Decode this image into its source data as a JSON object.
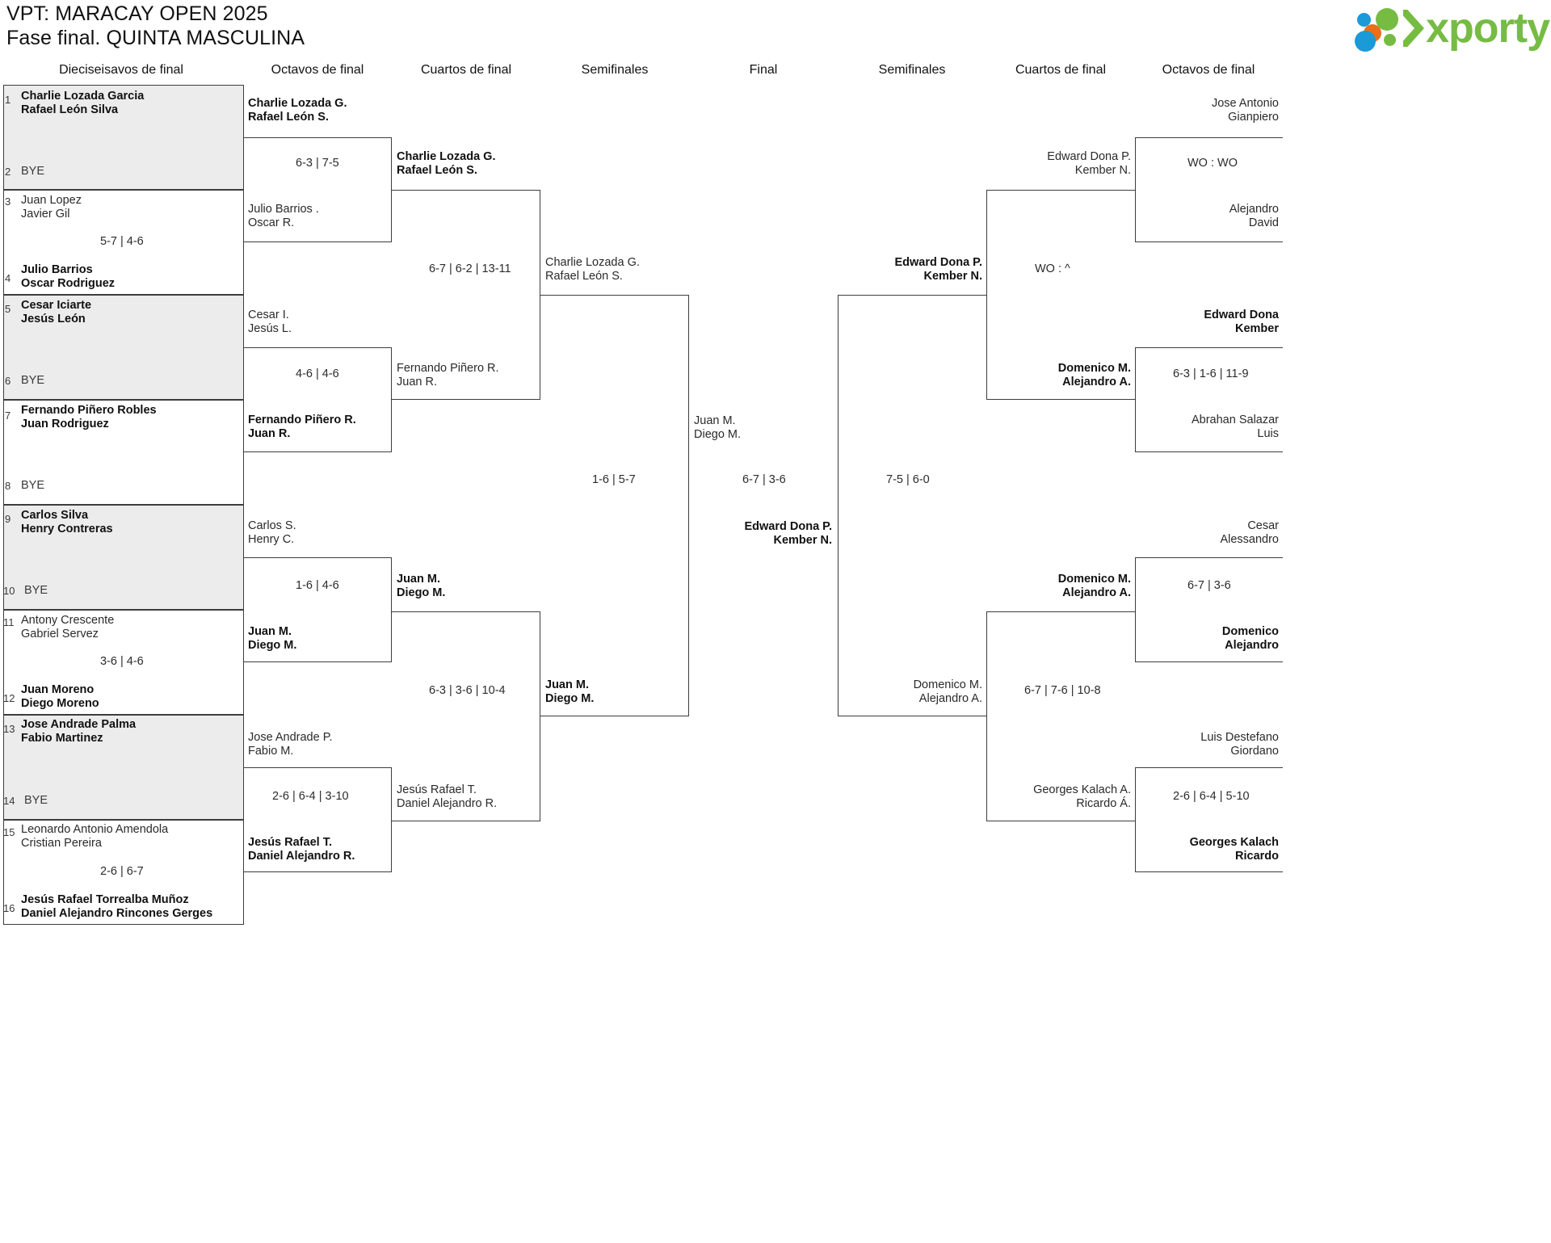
{
  "header": {
    "title_line1": "VPT: MARACAY OPEN 2025",
    "title_line2": "Fase final. QUINTA MASCULINA",
    "logo_word": "xporty",
    "logo_colors": {
      "green": "#76bc43",
      "blue": "#1a9ad7",
      "orange": "#e8701a"
    }
  },
  "rounds": {
    "left": [
      {
        "label": "Dieciseisavos de final"
      },
      {
        "label": "Octavos de final"
      },
      {
        "label": "Cuartos de final"
      },
      {
        "label": "Semifinales"
      }
    ],
    "center": {
      "label": "Final"
    },
    "right": [
      {
        "label": "Semifinales"
      },
      {
        "label": "Cuartos de final"
      },
      {
        "label": "Octavos de final"
      }
    ]
  },
  "left_r1": [
    {
      "seed": "1",
      "p1": "Charlie Lozada Garcia",
      "p2": "Rafael León Silva",
      "winner": true,
      "shaded": true
    },
    {
      "seed": "2",
      "p1": "BYE",
      "p2": "",
      "winner": false,
      "shaded": true,
      "bye": true
    },
    {
      "seed": "3",
      "p1": "Juan Lopez",
      "p2": "Javier Gil",
      "winner": false,
      "shaded": false
    },
    {
      "seed": "4",
      "p1": "Julio Barrios",
      "p2": "Oscar Rodriguez",
      "winner": true,
      "shaded": false
    },
    {
      "seed": "5",
      "p1": "Cesar Iciarte",
      "p2": "Jesús León",
      "winner": true,
      "shaded": true
    },
    {
      "seed": "6",
      "p1": "BYE",
      "p2": "",
      "winner": false,
      "shaded": true,
      "bye": true
    },
    {
      "seed": "7",
      "p1": "Fernando Piñero Robles",
      "p2": "Juan Rodriguez",
      "winner": true,
      "shaded": false
    },
    {
      "seed": "8",
      "p1": "BYE",
      "p2": "",
      "winner": false,
      "shaded": false,
      "bye": true
    },
    {
      "seed": "9",
      "p1": "Carlos Silva",
      "p2": "Henry Contreras",
      "winner": true,
      "shaded": true
    },
    {
      "seed": "10",
      "p1": "BYE",
      "p2": "",
      "winner": false,
      "shaded": true,
      "bye": true
    },
    {
      "seed": "11",
      "p1": "Antony Crescente",
      "p2": "Gabriel Servez",
      "winner": false,
      "shaded": false
    },
    {
      "seed": "12",
      "p1": "Juan Moreno",
      "p2": "Diego Moreno",
      "winner": true,
      "shaded": false
    },
    {
      "seed": "13",
      "p1": "Jose Andrade Palma",
      "p2": "Fabio Martinez",
      "winner": true,
      "shaded": true
    },
    {
      "seed": "14",
      "p1": "BYE",
      "p2": "",
      "winner": false,
      "shaded": true,
      "bye": true
    },
    {
      "seed": "15",
      "p1": "Leonardo Antonio Amendola",
      "p2": "Cristian Pereira",
      "winner": false,
      "shaded": false
    },
    {
      "seed": "16",
      "p1": "Jesús Rafael Torrealba Muñoz",
      "p2": "Daniel Alejandro Rincones Gerges",
      "winner": true,
      "shaded": false
    }
  ],
  "left_r1_scores": [
    {
      "value": "5-7 | 4-6"
    },
    {
      "value": "3-6 | 4-6"
    },
    {
      "value": "2-6 | 6-7"
    }
  ],
  "left_r2": [
    {
      "p1": "Charlie Lozada G.",
      "p2": "Rafael León S.",
      "winner": true
    },
    {
      "p1": "Julio Barrios .",
      "p2": "Oscar R.",
      "winner": false
    },
    {
      "p1": "Cesar I.",
      "p2": "Jesús L.",
      "winner": false
    },
    {
      "p1": "Fernando Piñero R.",
      "p2": "Juan R.",
      "winner": true
    },
    {
      "p1": "Carlos S.",
      "p2": "Henry C.",
      "winner": false
    },
    {
      "p1": "Juan M.",
      "p2": "Diego M.",
      "winner": true
    },
    {
      "p1": "Jose Andrade P.",
      "p2": "Fabio M.",
      "winner": false
    },
    {
      "p1": "Jesús Rafael T.",
      "p2": "Daniel Alejandro R.",
      "winner": true
    }
  ],
  "left_r2_scores": [
    {
      "value": "6-3 | 7-5"
    },
    {
      "value": "4-6 | 4-6"
    },
    {
      "value": "1-6 | 4-6"
    },
    {
      "value": "2-6 | 6-4 | 3-10"
    }
  ],
  "left_r3": [
    {
      "p1": "Charlie Lozada G.",
      "p2": "Rafael León S.",
      "winner": true
    },
    {
      "p1": "Fernando Piñero R.",
      "p2": "Juan R.",
      "winner": false
    },
    {
      "p1": "Juan M.",
      "p2": "Diego M.",
      "winner": true
    },
    {
      "p1": "Jesús Rafael T.",
      "p2": "Daniel Alejandro R.",
      "winner": false
    }
  ],
  "left_r3_scores": [
    {
      "value": "6-7 | 6-2 | 13-11"
    },
    {
      "value": "6-3 | 3-6 | 10-4"
    }
  ],
  "left_r4": [
    {
      "p1": "Charlie Lozada G.",
      "p2": "Rafael León S.",
      "winner": false
    },
    {
      "p1": "Juan M.",
      "p2": "Diego M.",
      "winner": true
    }
  ],
  "left_r4_scores": [
    {
      "value": "1-6 | 5-7"
    }
  ],
  "final": {
    "left_entrant": {
      "p1": "Juan M.",
      "p2": "Diego M.",
      "winner": false
    },
    "right_entrant": {
      "p1": "Edward Dona P.",
      "p2": "Kember N.",
      "winner": true
    },
    "score": "6-7 | 3-6"
  },
  "right_r4": [
    {
      "p1": "Edward Dona P.",
      "p2": "Kember N.",
      "winner": true
    },
    {
      "p1": "Domenico M.",
      "p2": "Alejandro A.",
      "winner": false
    }
  ],
  "right_r4_scores": [
    {
      "value": "7-5 | 6-0"
    }
  ],
  "right_r3": [
    {
      "p1": "Edward Dona P.",
      "p2": "Kember N.",
      "winner": true
    },
    {
      "p1": "Domenico M.",
      "p2": "Alejandro A.",
      "winner": true
    },
    {
      "p1": "Domenico M.",
      "p2": "Alejandro A.",
      "winner": false
    },
    {
      "p1": "Georges Kalach A.",
      "p2": "Ricardo Á.",
      "winner": false
    }
  ],
  "right_r3_scores": [
    {
      "value": "WO : ^"
    },
    {
      "value": "6-7 | 7-6 | 10-8"
    }
  ],
  "right_r2": [
    {
      "p1": "Jose Antonio",
      "p2": "Gianpiero",
      "winner": false
    },
    {
      "p1": "Alejandro",
      "p2": "David",
      "winner": false
    },
    {
      "p1": "Edward Dona",
      "p2": "Kember",
      "winner": true
    },
    {
      "p1": "Abrahan Salazar",
      "p2": "Luis",
      "winner": false
    },
    {
      "p1": "Cesar",
      "p2": "Alessandro",
      "winner": false
    },
    {
      "p1": "Domenico",
      "p2": "Alejandro",
      "winner": true
    },
    {
      "p1": "Luis Destefano",
      "p2": "Giordano",
      "winner": false
    },
    {
      "p1": "Georges Kalach",
      "p2": "Ricardo",
      "winner": true
    }
  ],
  "right_r2_scores": [
    {
      "value": "WO : WO"
    },
    {
      "value": "6-3 | 1-6 | 11-9"
    },
    {
      "value": "6-7 | 3-6"
    },
    {
      "value": "2-6 | 6-4 | 5-10"
    }
  ]
}
